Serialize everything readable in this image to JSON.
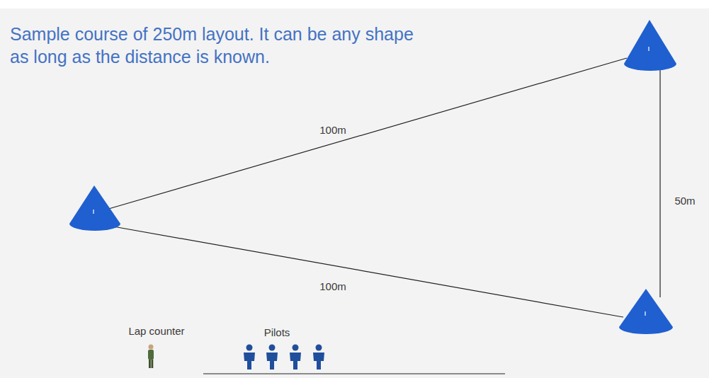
{
  "diagram": {
    "title": "Sample course of 250m layout. It can be any shape as long as the distance is known.",
    "labels": [
      "100m",
      "100m",
      "50m",
      "Lap counter",
      "Pilots"
    ]
  }
}
